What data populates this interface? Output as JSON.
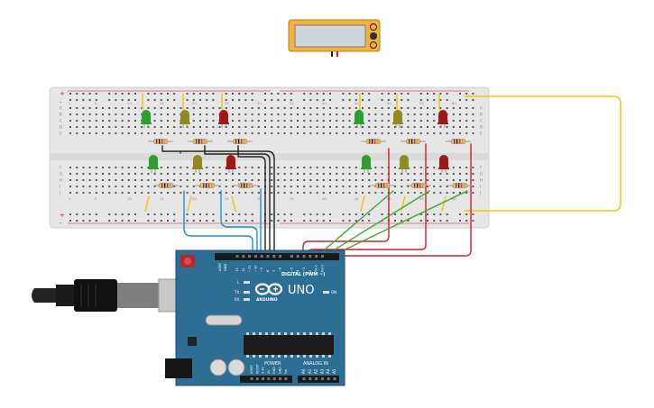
{
  "colors": {
    "breadboard": "#e6e6e6",
    "arduino": "#2d6e95",
    "wire_yellow": "#f2c80f",
    "wire_red": "#d0202a",
    "wire_green": "#3aaa35",
    "wire_blue": "#1f8fd0",
    "wire_black": "#222222",
    "led_green": "#2e9e2e",
    "led_yellow": "#8f8a1e",
    "led_red": "#9c1a1a",
    "multimeter": "#f3b23c"
  },
  "breadboard": {
    "col_numbers": [
      "1",
      "5",
      "10",
      "15",
      "20",
      "25",
      "30",
      "35",
      "40",
      "45",
      "50",
      "55",
      "60"
    ],
    "row_letters_top": [
      "A",
      "B",
      "C",
      "D",
      "E"
    ],
    "row_letters_bottom": [
      "F",
      "G",
      "H",
      "I",
      "J"
    ],
    "rail_plus": "+",
    "rail_minus": "-"
  },
  "arduino": {
    "brand": "ARDUINO",
    "model": "UNO",
    "digital_label": "DIGITAL (PWM ~)",
    "power_label": "POWER",
    "analog_label": "ANALOG IN",
    "aref_label": "AREF",
    "gnd_label": "GND",
    "led_l": "L",
    "led_tx": "TX",
    "led_rx": "RX",
    "led_on": "ON",
    "digital_pins": [
      "13",
      "12",
      "~11",
      "~10",
      "~9",
      "8",
      "7",
      "~6",
      "~5",
      "4",
      "~3",
      "2",
      "TX 1",
      "RX 0"
    ],
    "power_pins": [
      "IOREF",
      "RESET",
      "3.3V",
      "5V",
      "GND",
      "GND",
      "Vin"
    ],
    "analog_pins": [
      "A0",
      "A1",
      "A2",
      "A3",
      "A4",
      "A5"
    ]
  },
  "icons": {
    "usb": "usb-cable-icon",
    "infinity": "arduino-infinity-logo-icon"
  }
}
